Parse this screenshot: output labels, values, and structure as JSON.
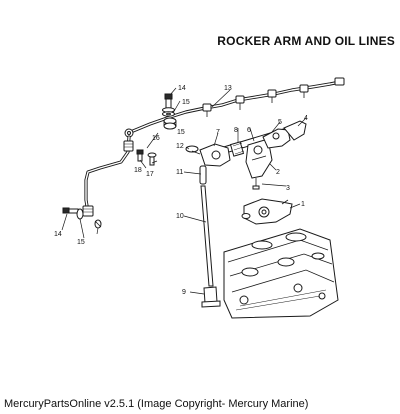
{
  "diagram": {
    "title": "ROCKER ARM AND OIL LINES",
    "callouts": {
      "c1": "1",
      "c2": "2",
      "c3": "3",
      "c4": "4",
      "c5": "5",
      "c6": "6",
      "c7": "7",
      "c8": "8",
      "c9": "9",
      "c10": "10",
      "c11": "11",
      "c12": "12",
      "c13": "13",
      "c14a": "14",
      "c14b": "14",
      "c15a": "15",
      "c15b": "15",
      "c15c": "15",
      "c16": "16",
      "c17": "17",
      "c18": "18"
    }
  },
  "footer": {
    "text": "MercuryPartsOnline v2.5.1 (Image Copyright- Mercury Marine)"
  }
}
